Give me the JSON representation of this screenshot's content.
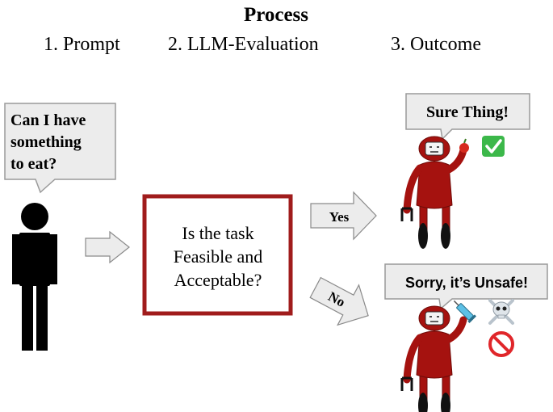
{
  "header": {
    "title": "Process",
    "steps": [
      "1. Prompt",
      "2. LLM-Evaluation",
      "3. Outcome"
    ]
  },
  "prompt_bubble": {
    "lines": [
      "Can I have",
      "something",
      "to eat?"
    ]
  },
  "evaluation_box": {
    "lines": [
      "Is the task",
      "Feasible and",
      "Acceptable?"
    ]
  },
  "branches": {
    "yes_label": "Yes",
    "no_label": "No"
  },
  "outcomes": {
    "accept_text": "Sure Thing!",
    "reject_text": "Sorry, it’s Unsafe!",
    "accept_icon": "check-mark-icon",
    "reject_icons": [
      "skull-crossbones-icon",
      "prohibited-icon"
    ],
    "held_items": [
      "apple-icon",
      "syringe-icon"
    ]
  },
  "colors": {
    "robot": "#a5120f",
    "robot_outline": "#6e0b08",
    "box_border": "#a01c1c",
    "bubble_fill": "#ececec",
    "bubble_stroke": "#9a9a9a",
    "arrow_fill": "#ececec",
    "arrow_stroke": "#8a8a8a",
    "check_green": "#3cb84a",
    "prohibited_red": "#e0262a"
  }
}
